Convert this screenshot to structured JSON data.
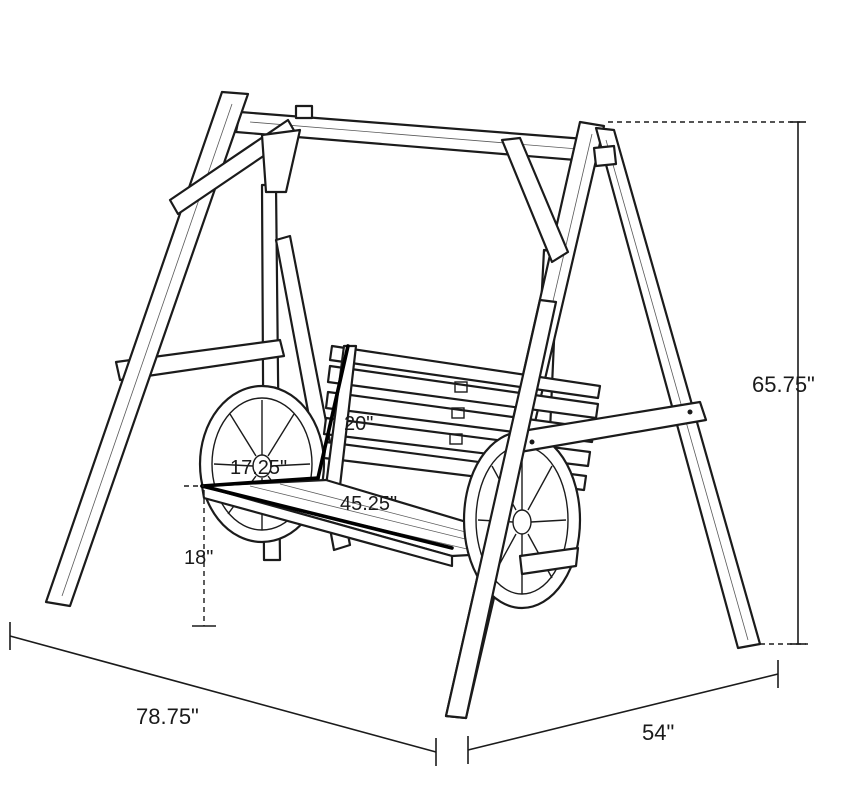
{
  "dimensions": {
    "height": "65.75\"",
    "length": "78.75\"",
    "depth": "54\"",
    "backrest_height": "20\"",
    "seat_depth": "17.25\"",
    "seat_width": "45.25\"",
    "seat_height": "18\""
  }
}
